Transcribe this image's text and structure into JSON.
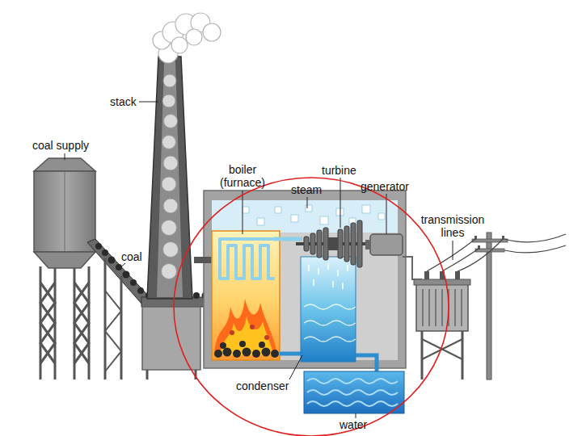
{
  "diagram": {
    "labels": [
      "stack",
      "coal supply",
      "coal",
      "boiler (furnace)",
      "steam",
      "turbine",
      "generator",
      "transmission lines",
      "condenser",
      "water"
    ]
  }
}
